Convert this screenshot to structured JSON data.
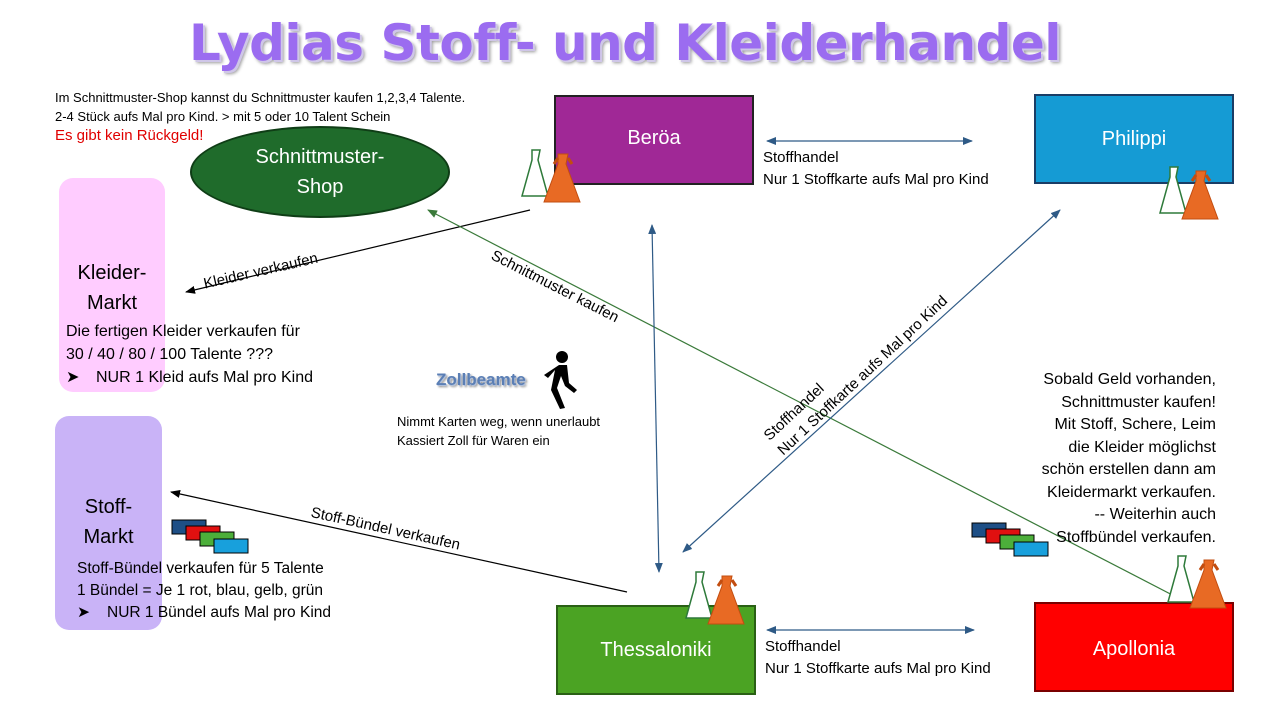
{
  "title": "Lydias Stoff- und Kleiderhandel",
  "shop_note": {
    "line1": "Im Schnittmuster-Shop kannst du Schnittmuster kaufen 1,2,3,4 Talente.",
    "line2": "2-4 Stück aufs Mal pro Kind. > mit 5 oder 10 Talent Schein",
    "warning": "Es gibt kein Rückgeld!"
  },
  "nodes": {
    "shop": {
      "label_line1": "Schnittmuster-",
      "label_line2": "Shop",
      "color": "#1f6b2b"
    },
    "beroea": {
      "label": "Beröa",
      "color": "#a02896"
    },
    "philippi": {
      "label": "Philippi",
      "color": "#159bd4"
    },
    "thessaloniki": {
      "label": "Thessaloniki",
      "color": "#4ba323"
    },
    "apollonia": {
      "label": "Apollonia",
      "color": "#ff0000"
    },
    "kleidermarkt": {
      "label_line1": "Kleider-",
      "label_line2": "Markt",
      "color": "#ffccff"
    },
    "stoffmarkt": {
      "label_line1": "Stoff-",
      "label_line2": "Markt",
      "color": "#c9b3f7"
    }
  },
  "kleidermarkt_text": {
    "line1": "Die fertigen Kleider verkaufen für",
    "line2": "30 / 40 / 80 / 100 Talente   ???",
    "bullet": "NUR 1 Kleid aufs Mal pro Kind"
  },
  "stoffmarkt_text": {
    "line1": "Stoff-Bündel verkaufen für 5 Talente",
    "line2": "1 Bündel = Je 1 rot, blau, gelb, grün",
    "bullet": "NUR 1 Bündel aufs Mal pro Kind"
  },
  "zoll": {
    "title": "Zollbeamte",
    "line1": "Nimmt Karten weg, wenn unerlaubt",
    "line2": "Kassiert Zoll für Waren ein"
  },
  "edges": {
    "kleider_verkaufen": "Kleider verkaufen",
    "schnittmuster_kaufen": "Schnittmuster kaufen",
    "stoff_buendel_verkaufen": "Stoff-Bündel verkaufen",
    "diag_line1": "Stoffhandel",
    "diag_line2": "Nur 1 Stoffkarte aufs Mal pro Kind",
    "top_line1": "Stoffhandel",
    "top_line2": "Nur 1 Stoffkarte aufs Mal pro Kind",
    "bottom_line1": "Stoffhandel",
    "bottom_line2": "Nur 1 Stoffkarte aufs Mal pro Kind"
  },
  "right_note": {
    "lines": [
      "Sobald Geld vorhanden,",
      "Schnittmuster kaufen!",
      "Mit Stoff, Schere, Leim",
      "die Kleider möglichst",
      "schön erstellen dann am",
      "Kleidermarkt verkaufen.",
      "-- Weiterhin auch",
      "Stoffbündel verkaufen."
    ]
  },
  "icons": {
    "dress": "dress-icon",
    "fabric": "fabric-bundle-icon",
    "walker": "walking-person-icon",
    "bullet": "arrow-bullet-icon"
  }
}
